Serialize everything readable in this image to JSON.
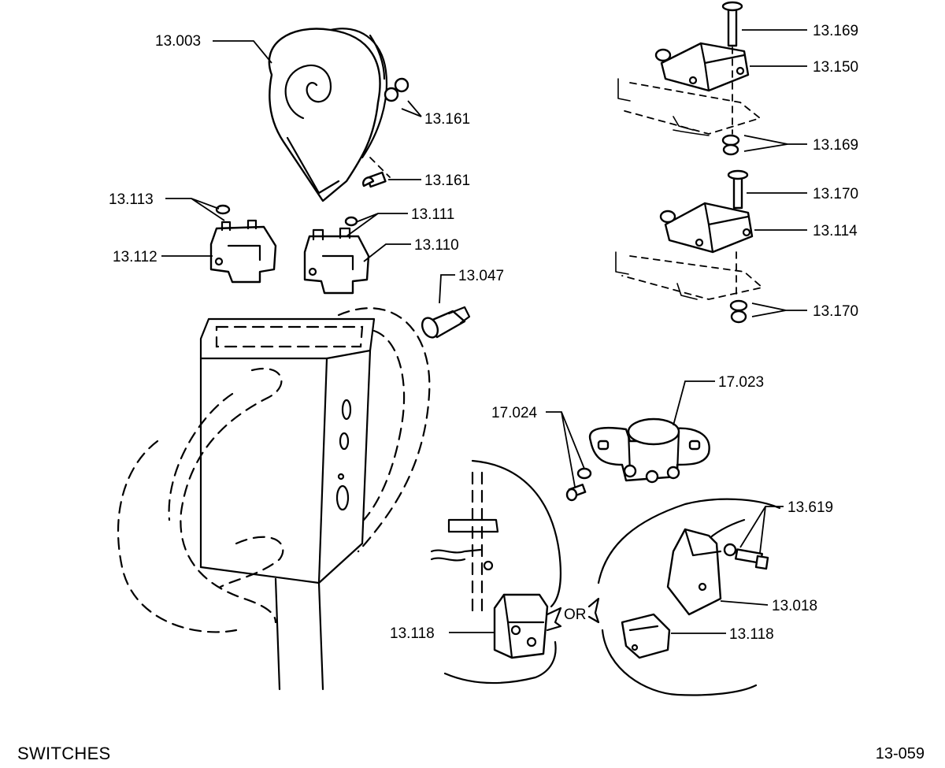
{
  "footer": {
    "title": "SWITCHES",
    "page_number": "13-059"
  },
  "parts": {
    "horn": "13.003",
    "horn_nuts": "13.161",
    "horn_bolt": "13.161",
    "washer_113": "13.113",
    "switch_112": "13.112",
    "washer_111": "13.111",
    "switch_110": "13.110",
    "switch_047": "13.047",
    "bolt_169_top": "13.169",
    "switch_150": "13.150",
    "nut_169_bottom": "13.169",
    "bolt_170_top": "13.170",
    "switch_114": "13.114",
    "nut_170_bottom": "13.170",
    "clamp_023": "17.023",
    "screw_024": "17.024",
    "bolt_619": "13.619",
    "bracket_018": "13.018",
    "switch_118_left": "13.118",
    "switch_118_right": "13.118",
    "or_label": "OR"
  }
}
